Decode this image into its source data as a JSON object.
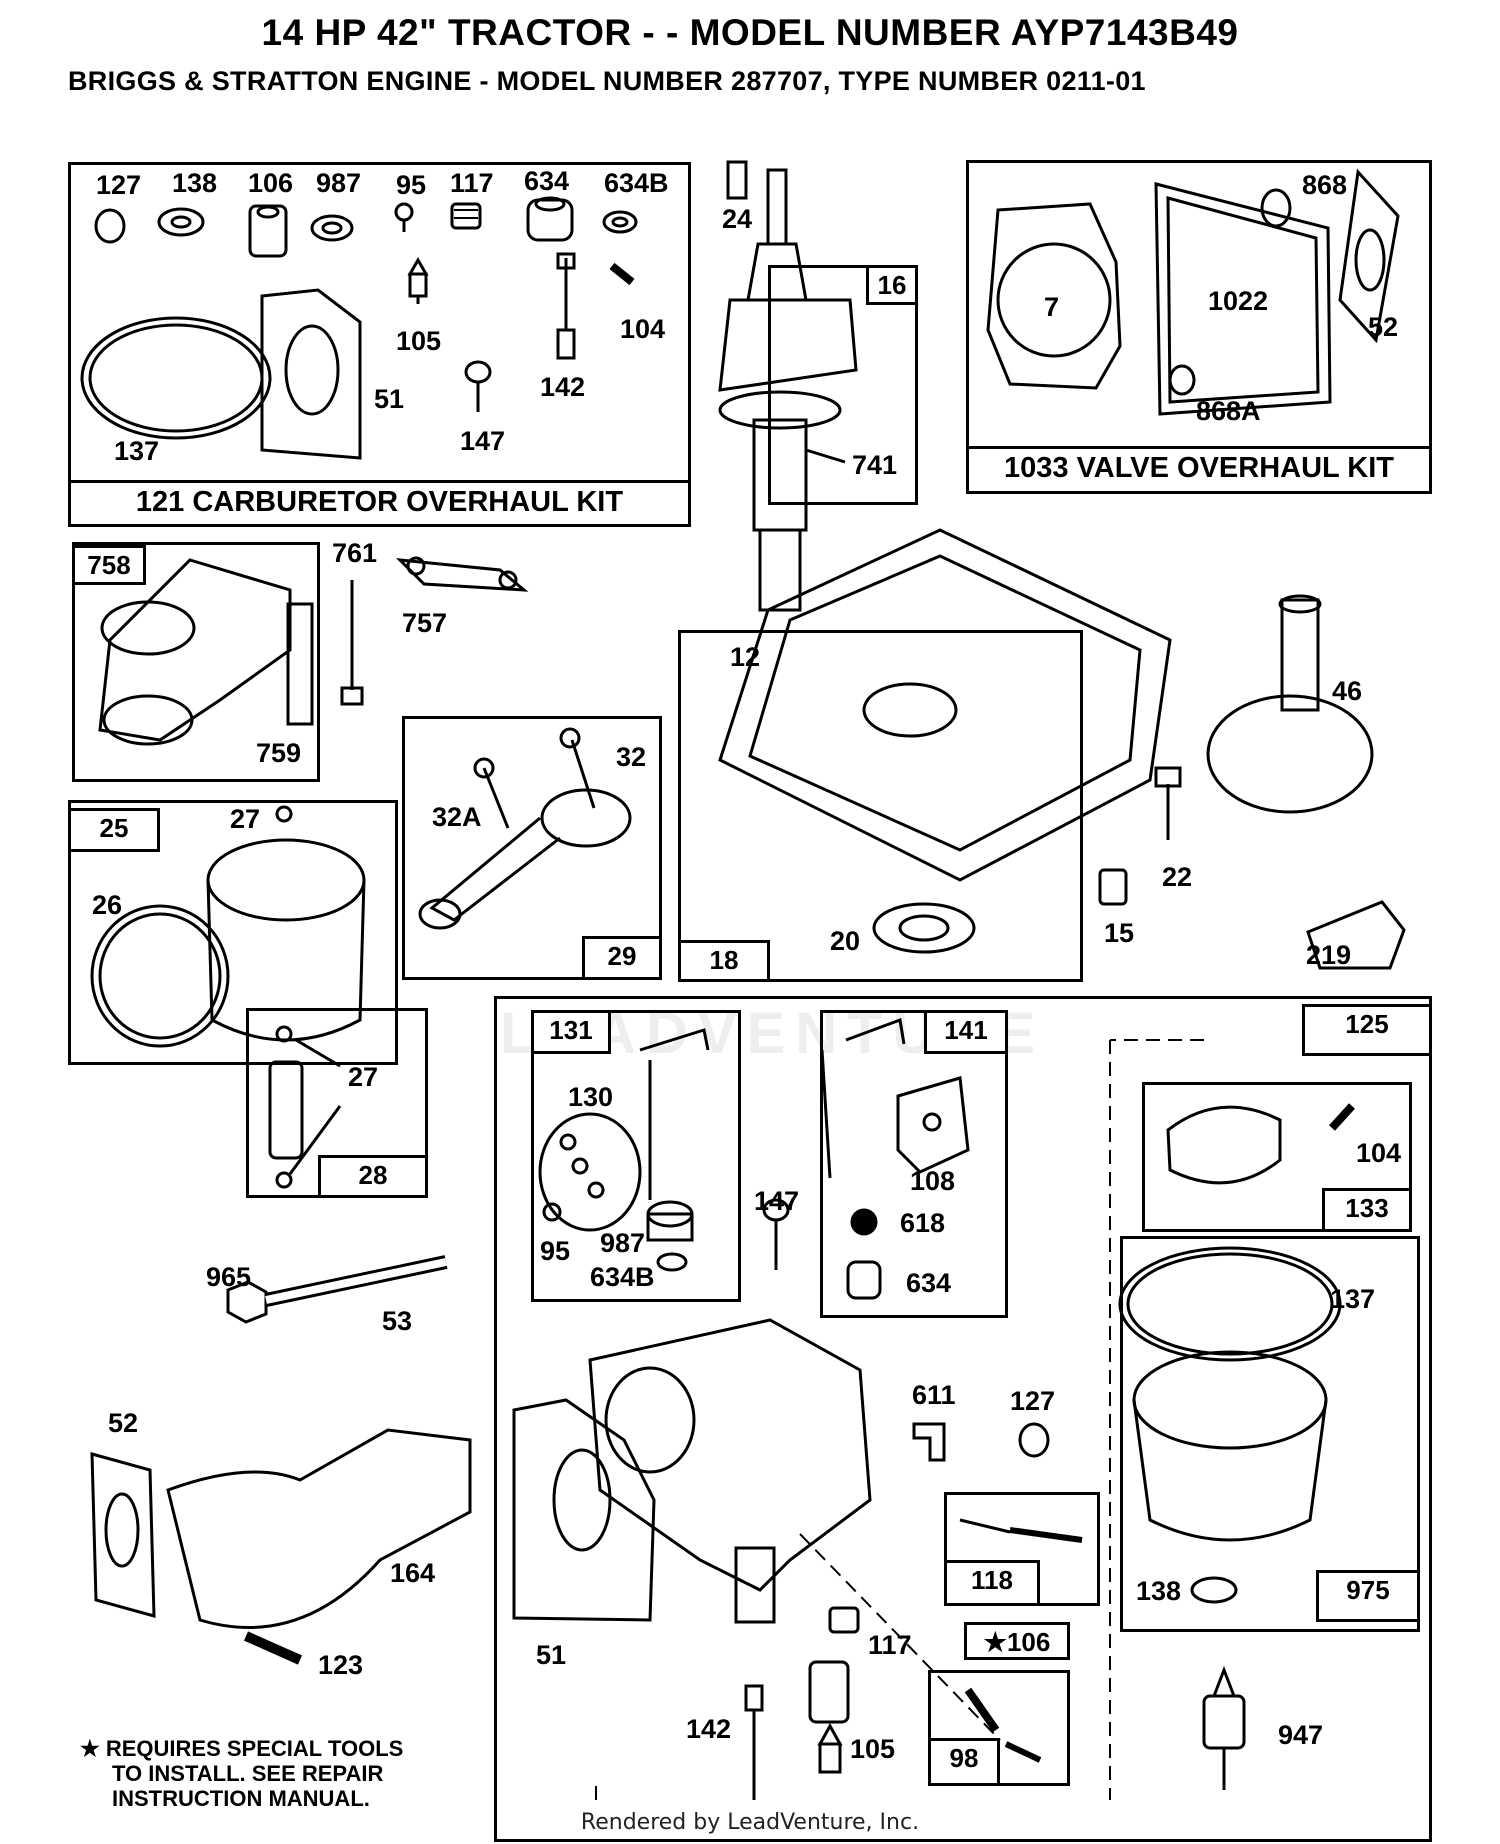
{
  "header": {
    "title": "14 HP 42\" TRACTOR - - MODEL NUMBER AYP7143B49",
    "subtitle": "BRIGGS & STRATTON ENGINE - MODEL NUMBER 287707, TYPE NUMBER 0211-01"
  },
  "kits": {
    "carburetor": "121 CARBURETOR OVERHAUL KIT",
    "valve": "1033 VALVE OVERHAUL KIT"
  },
  "carb_kit_parts": [
    "127",
    "138",
    "106",
    "987",
    "95",
    "117",
    "634",
    "634B",
    "105",
    "104",
    "142",
    "51",
    "147",
    "137"
  ],
  "valve_kit_parts": [
    "868",
    "7",
    "1022",
    "52",
    "868A"
  ],
  "crankshaft": [
    "24",
    "16",
    "741"
  ],
  "bracket": [
    "758",
    "759",
    "761",
    "757"
  ],
  "piston": [
    "25",
    "27",
    "26"
  ],
  "pin": [
    "27",
    "28"
  ],
  "rod": [
    "32",
    "32A",
    "29"
  ],
  "crankcase": [
    "12",
    "18",
    "20"
  ],
  "cam": [
    "46",
    "22",
    "15",
    "219"
  ],
  "intake": [
    "965",
    "53",
    "52",
    "164",
    "123"
  ],
  "carb_group": {
    "throttle": [
      "131",
      "130",
      "95",
      "987",
      "634B"
    ],
    "choke": [
      "141",
      "108",
      "618",
      "634"
    ],
    "misc": [
      "147",
      "611",
      "127",
      "51",
      "118",
      "117",
      "142",
      "105",
      "106",
      "98"
    ],
    "float_bowl": [
      "125",
      "104",
      "133",
      "137",
      "138",
      "975",
      "947"
    ]
  },
  "note": {
    "star": "★",
    "lines": [
      "REQUIRES SPECIAL TOOLS",
      "TO INSTALL.  SEE REPAIR",
      "INSTRUCTION MANUAL."
    ]
  },
  "footer": "Rendered by LeadVenture, Inc.",
  "watermark": "LEADVENTURE"
}
